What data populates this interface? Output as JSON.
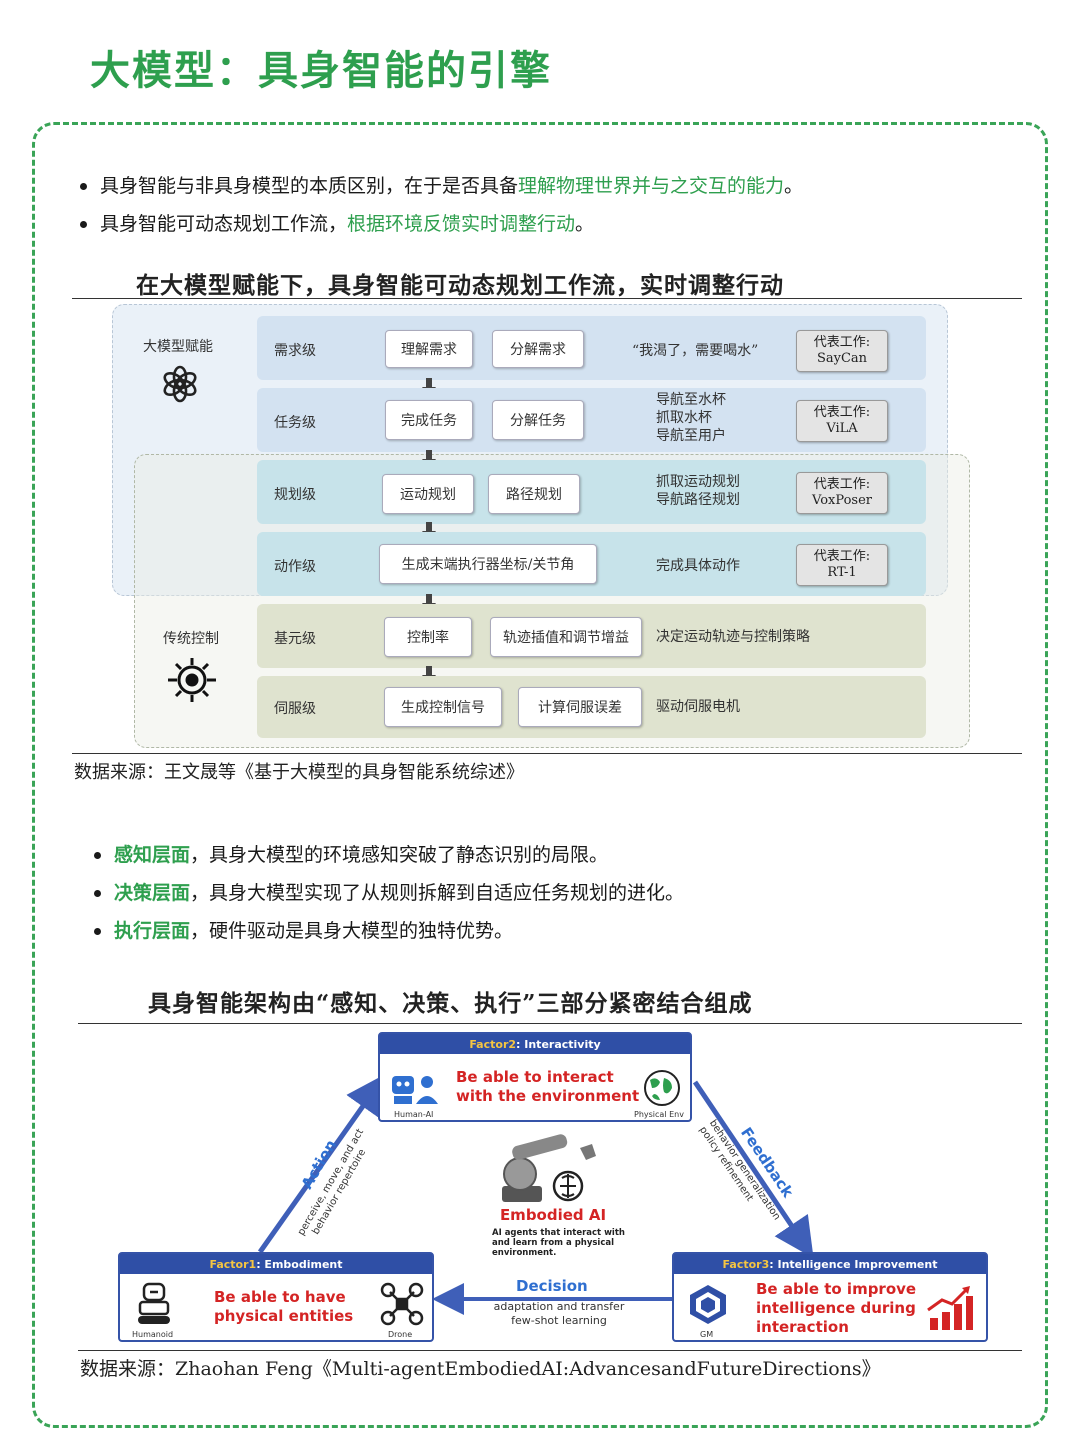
{
  "header": {
    "title": "大模型：具身智能的引擎"
  },
  "intro_bullets": [
    {
      "prefix": "具身智能与非具身模型的本质区别，在于是否具备",
      "highlight": "理解物理世界并与之交互的能力",
      "suffix": "。"
    },
    {
      "prefix": "具身智能可动态规划工作流，",
      "highlight": "根据环境反馈实时调整行动",
      "suffix": "。"
    }
  ],
  "figure1": {
    "title": "在大模型赋能下，具身智能可动态规划工作流，实时调整行动",
    "left_labels": {
      "top": "大模型赋能",
      "bottom": "传统控制"
    },
    "rows": [
      {
        "level": "需求级",
        "boxes": [
          "理解需求",
          "分解需求"
        ],
        "desc": "“我渴了，需要喝水”",
        "work": [
          "代表工作:",
          "SayCan"
        ]
      },
      {
        "level": "任务级",
        "boxes": [
          "完成任务",
          "分解任务"
        ],
        "desc": "导航至水杯\n抓取水杯\n导航至用户",
        "work": [
          "代表工作:",
          "ViLA"
        ]
      },
      {
        "level": "规划级",
        "boxes": [
          "运动规划",
          "路径规划"
        ],
        "desc": "抓取运动规划\n导航路径规划",
        "work": [
          "代表工作:",
          "VoxPoser"
        ]
      },
      {
        "level": "动作级",
        "boxes": [
          "生成末端执行器坐标/关节角"
        ],
        "desc": "完成具体动作",
        "work": [
          "代表工作:",
          "RT-1"
        ]
      },
      {
        "level": "基元级",
        "boxes": [
          "控制率",
          "轨迹插值和调节增益"
        ],
        "desc": "决定运动轨迹与控制策略",
        "work": []
      },
      {
        "level": "伺服级",
        "boxes": [
          "生成控制信号",
          "计算伺服误差"
        ],
        "desc": "驱动伺服电机",
        "work": []
      }
    ],
    "source": "数据来源：王文晟等《基于大模型的具身智能系统综述》",
    "colors": {
      "blue_row": "#d3e2f1",
      "teal_row": "#c7e3ea",
      "olive_row": "#dfe3cf"
    }
  },
  "middle_bullets": [
    {
      "highlight": "感知层面",
      "text": "，具身大模型的环境感知突破了静态识别的局限。"
    },
    {
      "highlight": "决策层面",
      "text": "，具身大模型实现了从规则拆解到自适应任务规划的进化。"
    },
    {
      "highlight": "执行层面",
      "text": "，硬件驱动是具身大模型的独特优势。"
    }
  ],
  "figure2": {
    "title": "具身智能架构由“感知、决策、执行”三部分紧密结合组成",
    "factor2": {
      "tag": "Factor2",
      "name": ": Interactivity",
      "text": [
        "Be able to interact",
        "with the environment"
      ],
      "left_icon": "Human-AI",
      "right_icon": "Physical Env"
    },
    "factor1": {
      "tag": "Factor1",
      "name": ": Embodiment",
      "text": [
        "Be able to have",
        "physical entities"
      ],
      "left_icon": "Humanoid",
      "right_icon": "Drone"
    },
    "factor3": {
      "tag": "Factor3",
      "name": ": Intelligence Improvement",
      "text": [
        "Be able to improve",
        "intelligence during",
        "interaction"
      ],
      "left_icon": "GM"
    },
    "center": {
      "title": "Embodied AI",
      "desc": "AI agents that interact with and learn from a physical environment."
    },
    "action": {
      "label": "Action",
      "sub": [
        "perceive, move, and act",
        "behavior repertoire"
      ]
    },
    "feedback": {
      "label": "Feedback",
      "sub": [
        "behavior generalization",
        "policy refinement"
      ]
    },
    "decision": {
      "label": "Decision",
      "sub": [
        "adaptation and transfer",
        "few-shot learning"
      ]
    },
    "source": "数据来源：Zhaohan Feng《Multi-agentEmbodiedAI:AdvancesandFutureDirections》",
    "colors": {
      "accent_blue": "#2f4fa6",
      "accent_red": "#d42424"
    }
  }
}
